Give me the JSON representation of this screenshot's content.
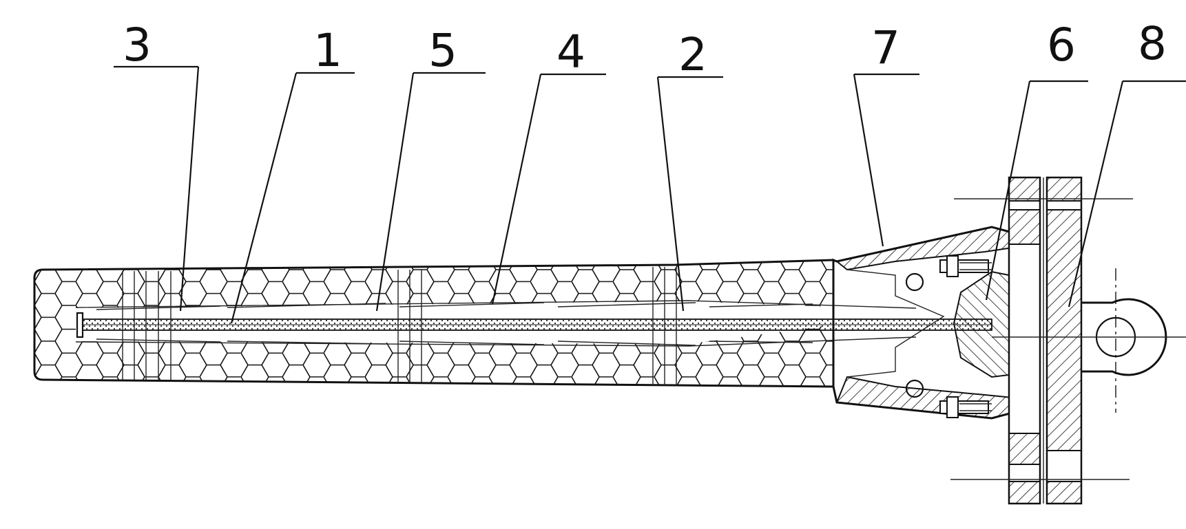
{
  "callouts": [
    {
      "id": "c3",
      "text": "3"
    },
    {
      "id": "c1",
      "text": "1"
    },
    {
      "id": "c5",
      "text": "5"
    },
    {
      "id": "c4",
      "text": "4"
    },
    {
      "id": "c2",
      "text": "2"
    },
    {
      "id": "c7",
      "text": "7"
    },
    {
      "id": "c6",
      "text": "6"
    },
    {
      "id": "c8",
      "text": "8"
    }
  ]
}
